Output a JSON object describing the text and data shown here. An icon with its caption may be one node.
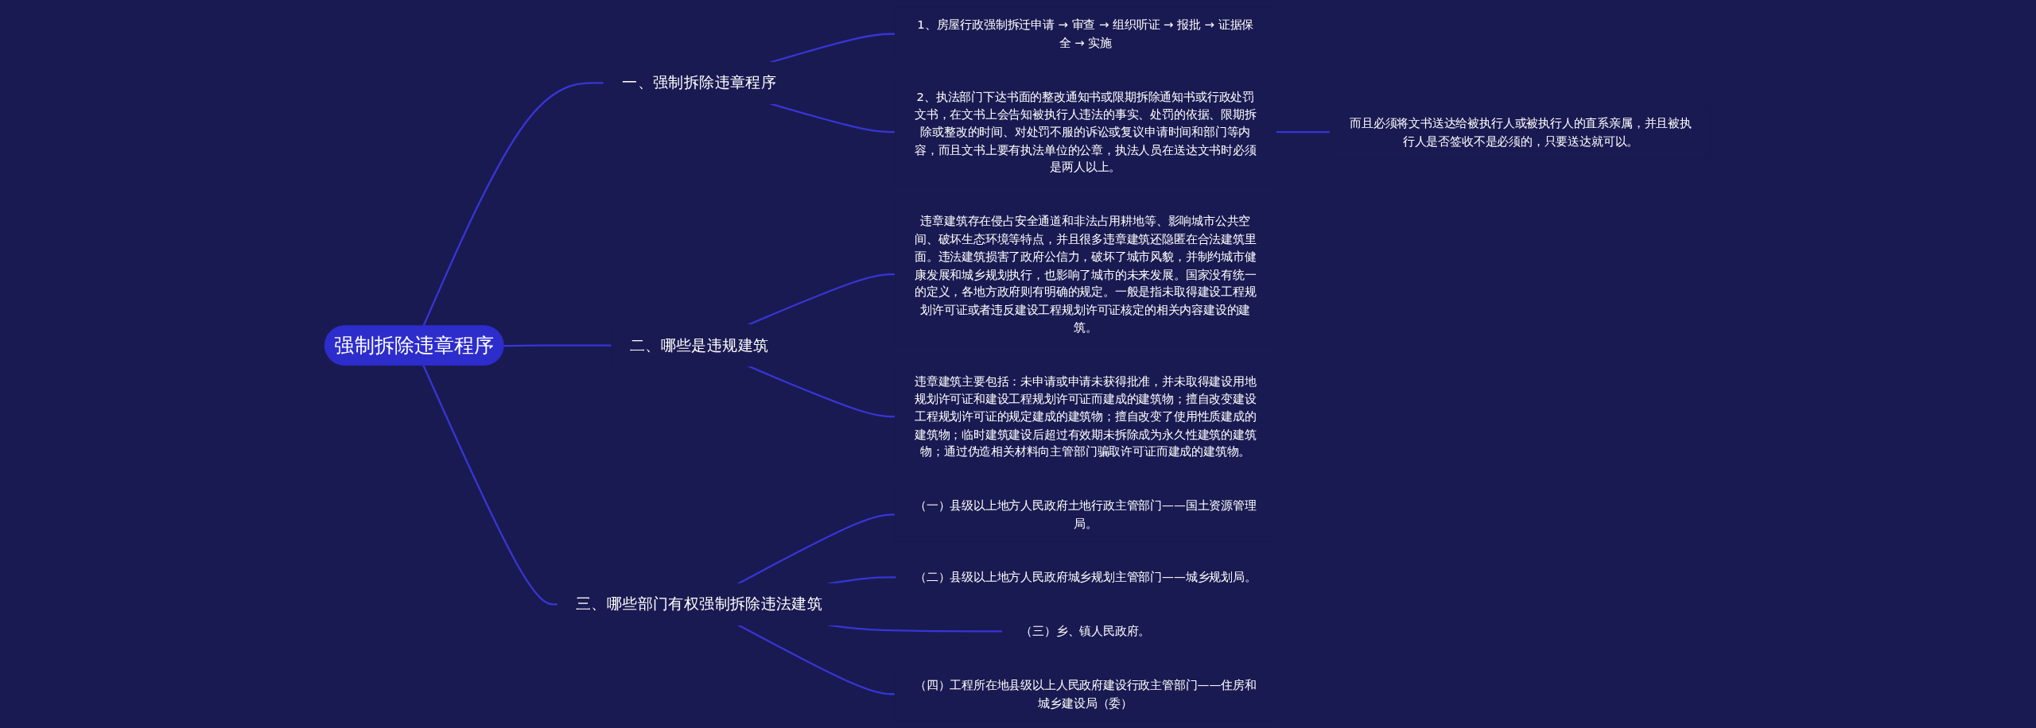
{
  "diagram": {
    "nodes": [
      {
        "text": [
          "强制拆除违章程序"
        ]
      },
      {
        "text": [
          "一、强制拆除违章程序"
        ]
      },
      {
        "text": [
          "1、房屋行政强制拆迁申请 → 审查 → 组织听证 → 报批 → 证据保全 → 实施"
        ]
      },
      {
        "text": [
          "2、执法部门下达书面的整改通知书或限期拆除通知书或行政处罚文书，在文书上会告知被执行人违法的事实、处罚的依据、限期拆除或整改的时间、对处罚不服的诉讼或复议申请时间和部门等内容，而且文书上要有执法单位的公章，执法人员在送达文书时必须是两人以上。"
        ]
      },
      {
        "text": [
          "而且必须将文书送达给被执行人或被执行人的直系亲属，并且被执行人是否签收不是必须的，只要送达就可以。"
        ]
      },
      {
        "text": [
          "二、哪些是违规建筑"
        ]
      },
      {
        "text": [
          "违章建筑存在侵占安全通道和非法占用耕地等、影响城市公共空间、破坏生态环境等特点，并且很多违章建筑还隐匿在合法建筑里面。违法建筑损害了政府公信力，破坏了城市风貌，并制约城市健康发展和城乡规划执行，也影响了城市的未来发展。国家没有统一的定义，各地方政府则有明确的规定。一般是指未取得建设工程规划许可证或者违反建设工程规划许可证核定的相关内容建设的建筑。"
        ]
      },
      {
        "text": [
          "违章建筑主要包括：未申请或申请未获得批准，并未取得建设用地规划许可证和建设工程规划许可证而建成的建筑物；擅自改变建设工程规划许可证的规定建成的建筑物；擅自改变了使用性质建成的建筑物；临时建筑建设后超过有效期未拆除成为永久性建筑的建筑物；通过伪造相关材料向主管部门骗取许可证而建成的建筑物。"
        ]
      },
      {
        "text": [
          "三、哪些部门有权强制拆除违法建筑"
        ]
      },
      {
        "text": [
          "（一）县级以上地方人民政府土地行政主管部门——国土资源管理局。"
        ]
      },
      {
        "text": [
          "（二）县级以上地方人民政府城乡规划主管部门——城乡规划局。"
        ]
      },
      {
        "text": [
          "（三）乡、镇人民政府。"
        ]
      },
      {
        "text": [
          "（四）工程所在地县级以上人民政府建设行政主管部门——住房和城乡建设局（委）"
        ]
      }
    ],
    "edges": [
      {
        "from": 0,
        "to": 1,
        "arrow": "none"
      },
      {
        "from": 1,
        "to": 2,
        "arrow": "none"
      },
      {
        "from": 1,
        "to": 3,
        "arrow": "none"
      },
      {
        "from": 3,
        "to": 4,
        "arrow": "none"
      },
      {
        "from": 0,
        "to": 5,
        "arrow": "none"
      },
      {
        "from": 5,
        "to": 6,
        "arrow": "none"
      },
      {
        "from": 5,
        "to": 7,
        "arrow": "none"
      },
      {
        "from": 0,
        "to": 8,
        "arrow": "none"
      },
      {
        "from": 8,
        "to": 9,
        "arrow": "none"
      },
      {
        "from": 8,
        "to": 10,
        "arrow": "none"
      },
      {
        "from": 8,
        "to": 11,
        "arrow": "none"
      },
      {
        "from": 8,
        "to": 12,
        "arrow": "none"
      }
    ]
  }
}
